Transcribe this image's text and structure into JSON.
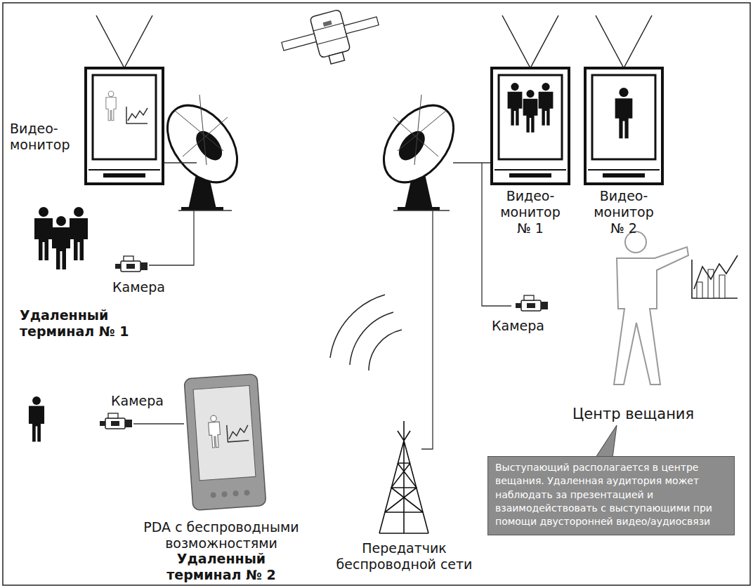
{
  "diagram": {
    "nodes": [
      {
        "text": [
          "Выступающий располагается в центре вещания. Удаленная аудитория может наблюдать за презентацией и взаимодействовать с выступающими при помощи двусторонней видео/аудиосвязи"
        ]
      }
    ],
    "labels": [
      "Видео- монитор",
      "Камера",
      "Удаленный терминал № 1",
      "Видео- монитор № 1",
      "Видео- монитор № 2",
      "Камера",
      "Центр вещания",
      "Камера",
      "PDA с беспроводными возможностями",
      "Удаленный терминал № 2",
      "Передатчик беспроводной сети"
    ]
  }
}
